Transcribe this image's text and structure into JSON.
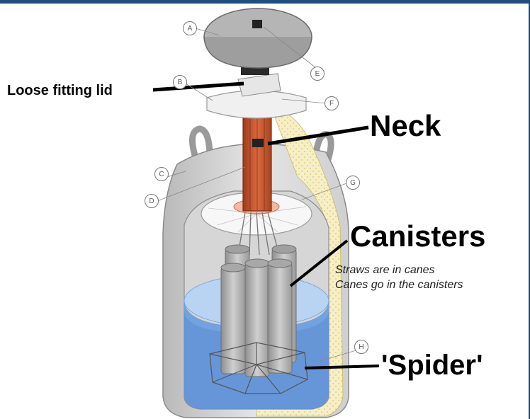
{
  "labels": {
    "loose_lid": "Loose fitting lid",
    "neck": "Neck",
    "canisters": "Canisters",
    "canisters_note_1": "Straws are in canes",
    "canisters_note_2": "Canes go in the canisters",
    "spider": "'Spider'"
  },
  "markers": [
    "A",
    "B",
    "C",
    "D",
    "E",
    "F",
    "G",
    "H"
  ],
  "colors": {
    "frame_accent": "#1f4f7f",
    "neck": "#c8532e",
    "liquid": "#5b8fd8",
    "liquid_light": "#a9c8ee",
    "insulation": "#f3ecc0",
    "shell": "#c7c7c7",
    "lid": "#a9a9a9"
  }
}
